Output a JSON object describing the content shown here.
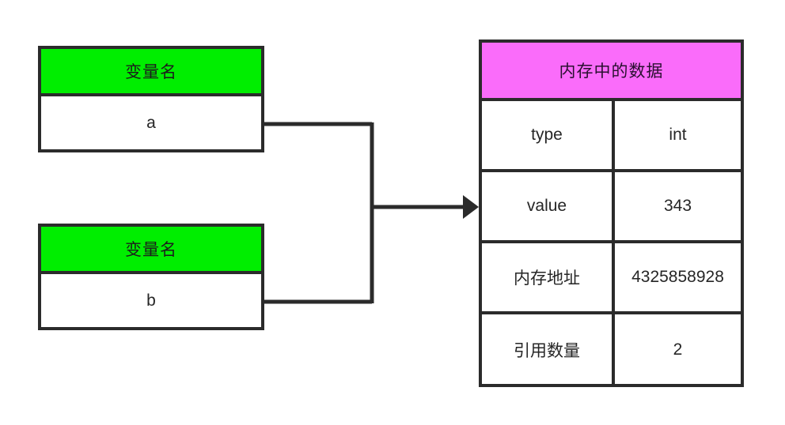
{
  "diagram": {
    "title": "",
    "colors": {
      "variable_header_fill": "#00ee00",
      "memory_header_fill": "#fa6cfa",
      "stroke": "#2b2b2b",
      "background": "#ffffff",
      "text": "#262626"
    },
    "variables": [
      {
        "header": "变量名",
        "value": "a"
      },
      {
        "header": "变量名",
        "value": "b"
      }
    ],
    "memory": {
      "header": "内存中的数据",
      "rows": [
        {
          "key": "type",
          "value": "int"
        },
        {
          "key": "value",
          "value": "343"
        },
        {
          "key": "内存地址",
          "value": "4325858928"
        },
        {
          "key": "引用数量",
          "value": "2"
        }
      ]
    },
    "connector": {
      "label": "",
      "arrow_direction": "right"
    }
  }
}
